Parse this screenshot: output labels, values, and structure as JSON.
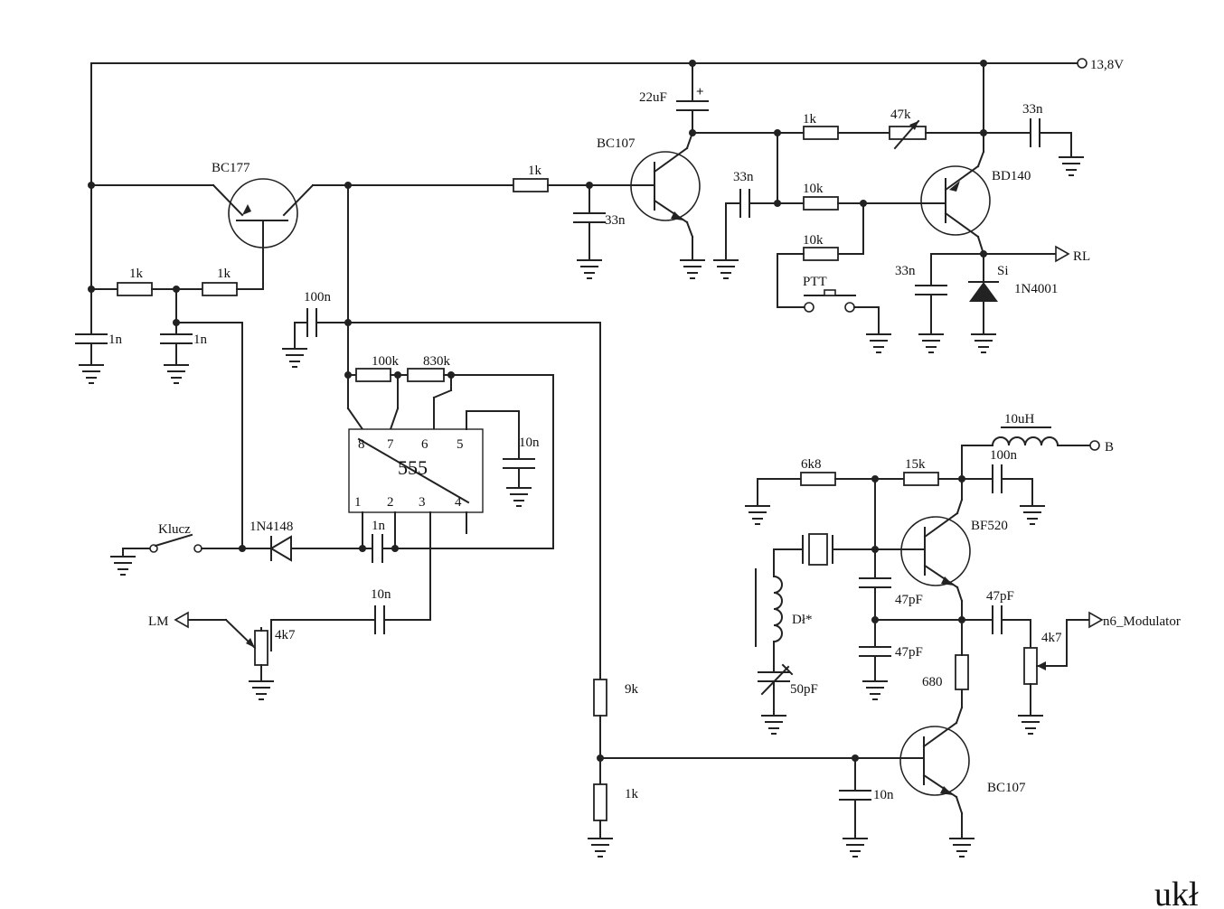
{
  "supply": {
    "label": "13,8V"
  },
  "outputs": {
    "rl": "RL",
    "b": "B",
    "lm": "LM",
    "modulator": "n6_Modulator"
  },
  "switches": {
    "klucz": "Klucz",
    "ptt": "PTT"
  },
  "ic": {
    "name": "555",
    "pins_top": [
      "8",
      "7",
      "6",
      "5"
    ],
    "pins_bottom": [
      "1",
      "2",
      "3",
      "4"
    ]
  },
  "transistors": {
    "q1": "BC177",
    "q2": "BC107",
    "q3": "BD140",
    "q4": "BF520",
    "q5": "BC107"
  },
  "diodes": {
    "d1": "1N4148",
    "d2_type": "Si",
    "d2": "1N4001"
  },
  "components": {
    "r_bc177_in": "1k",
    "r_bias_left": "1k",
    "r_bias_right": "1k",
    "c_left_1": "1n",
    "c_left_2": "1n",
    "c_100n_555": "100n",
    "r_100k": "100k",
    "r_830k": "830k",
    "c_10n_pin5": "10n",
    "c_1n_trig": "1n",
    "c_10n_lm": "10n",
    "pot_lm": "4k7",
    "c_33n_bc107": "33n",
    "c_22uf": "22uF",
    "r_1k_top": "1k",
    "pot_47k": "47k",
    "c_33n_top_right": "33n",
    "c_33n_mid": "33n",
    "r_10k_a": "10k",
    "r_10k_b": "10k",
    "c_33n_rl": "33n",
    "ind_10uh": "10uH",
    "c_100n_b": "100n",
    "r_6k8": "6k8",
    "r_15k": "15k",
    "coil": "Dł*",
    "c_50pf": "50pF",
    "c_47pf_a": "47pF",
    "c_47pf_b": "47pF",
    "c_47pf_out": "47pF",
    "pot_mod": "4k7",
    "r_680": "680",
    "r_9k": "9k",
    "r_1k_bottom": "1k",
    "c_10n_bc107": "10n"
  },
  "corner_text": "ukł"
}
